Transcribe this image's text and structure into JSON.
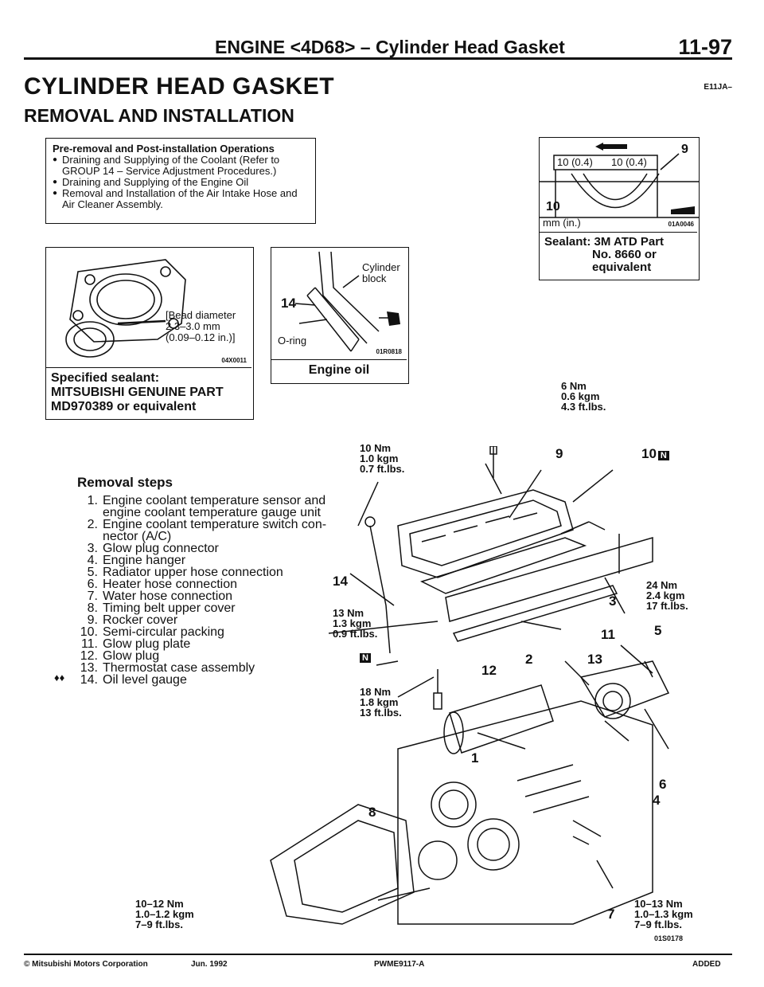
{
  "header": {
    "title": "ENGINE <4D68> – Cylinder Head Gasket",
    "page_number": "11-97"
  },
  "heading": {
    "main": "CYLINDER HEAD GASKET",
    "sub": "REMOVAL AND INSTALLATION",
    "code": "E11JA–"
  },
  "pre_ops": {
    "title": "Pre-removal and Post-installation Operations",
    "items": [
      "Draining and Supplying of the Coolant (Refer to GROUP 14 – Service Adjustment Procedures.)",
      "Draining and Supplying of the Engine Oil",
      "Removal and Installation of the Air Intake Hose and Air Cleaner Assembly."
    ]
  },
  "bead_box": {
    "bead_line1": "[Bead diameter",
    "bead_line2": "2.3–3.0 mm",
    "bead_line3": "(0.09–0.12 in.)]",
    "figure_code": "04X0011",
    "caption_line1": "Specified sealant:",
    "caption_line2": "MITSUBISHI GENUINE PART",
    "caption_line3": "MD970389 or equivalent"
  },
  "oring_box": {
    "cyl_label1": "Cylinder",
    "cyl_label2": "block",
    "part_number": "14",
    "oring_label": "O-ring",
    "figure_code": "01R0818",
    "caption": "Engine oil"
  },
  "packing_box": {
    "dim_left": "10 (0.4)",
    "dim_right": "10 (0.4)",
    "part_right": "9",
    "part_left": "10",
    "unit": "mm (in.)",
    "figure_code": "01A0046",
    "caption_label": "Sealant:",
    "caption_line1": "3M ATD Part",
    "caption_line2": "No. 8660 or",
    "caption_line3": "equivalent"
  },
  "removal": {
    "title": "Removal steps",
    "steps": [
      {
        "n": "1.",
        "text": "Engine coolant temperature sensor and",
        "cont": "engine coolant temperature gauge unit"
      },
      {
        "n": "2.",
        "text": "Engine coolant temperature switch con-",
        "cont": "nector (A/C)"
      },
      {
        "n": "3.",
        "text": "Glow plug connector",
        "cont": ""
      },
      {
        "n": "4.",
        "text": "Engine hanger",
        "cont": ""
      },
      {
        "n": "5.",
        "text": "Radiator upper hose connection",
        "cont": ""
      },
      {
        "n": "6.",
        "text": "Heater hose connection",
        "cont": ""
      },
      {
        "n": "7.",
        "text": "Water hose connection",
        "cont": ""
      },
      {
        "n": "8.",
        "text": "Timing belt upper cover",
        "cont": ""
      },
      {
        "n": "9.",
        "text": "Rocker cover",
        "cont": ""
      },
      {
        "n": "10.",
        "text": "Semi-circular packing",
        "cont": ""
      },
      {
        "n": "11.",
        "text": "Glow plug plate",
        "cont": ""
      },
      {
        "n": "12.",
        "text": "Glow plug",
        "cont": ""
      },
      {
        "n": "13.",
        "text": "Thermostat case assembly",
        "cont": ""
      },
      {
        "n": "14.",
        "text": "Oil level gauge",
        "cont": ""
      }
    ],
    "marker": "♦♦"
  },
  "torques": {
    "t6": [
      "6 Nm",
      "0.6 kgm",
      "4.3 ft.lbs."
    ],
    "t10": [
      "10 Nm",
      "1.0 kgm",
      "0.7 ft.lbs."
    ],
    "t13": [
      "13 Nm",
      "1.3 kgm",
      "0.9 ft.lbs."
    ],
    "t18": [
      "18 Nm",
      "1.8 kgm",
      "13 ft.lbs."
    ],
    "t24": [
      "24 Nm",
      "2.4 kgm",
      "17 ft.lbs."
    ],
    "t1012": [
      "10–12 Nm",
      "1.0–1.2 kgm",
      "7–9 ft.lbs."
    ],
    "t1013": [
      "10–13 Nm",
      "1.0–1.3 kgm",
      "7–9 ft.lbs."
    ]
  },
  "callouts": {
    "c1": "1",
    "c2": "2",
    "c3": "3",
    "c4": "4",
    "c5": "5",
    "c6": "6",
    "c7": "7",
    "c8": "8",
    "c9": "9",
    "c10": "10",
    "c11": "11",
    "c12": "12",
    "c13": "13",
    "c14": "14",
    "n_mark": "N"
  },
  "figure_code_main": "01S0178",
  "footer": {
    "copyright": "© Mitsubishi Motors Corporation",
    "date": "Jun. 1992",
    "doc_id": "PWME9117-A",
    "stamp": "ADDED"
  }
}
